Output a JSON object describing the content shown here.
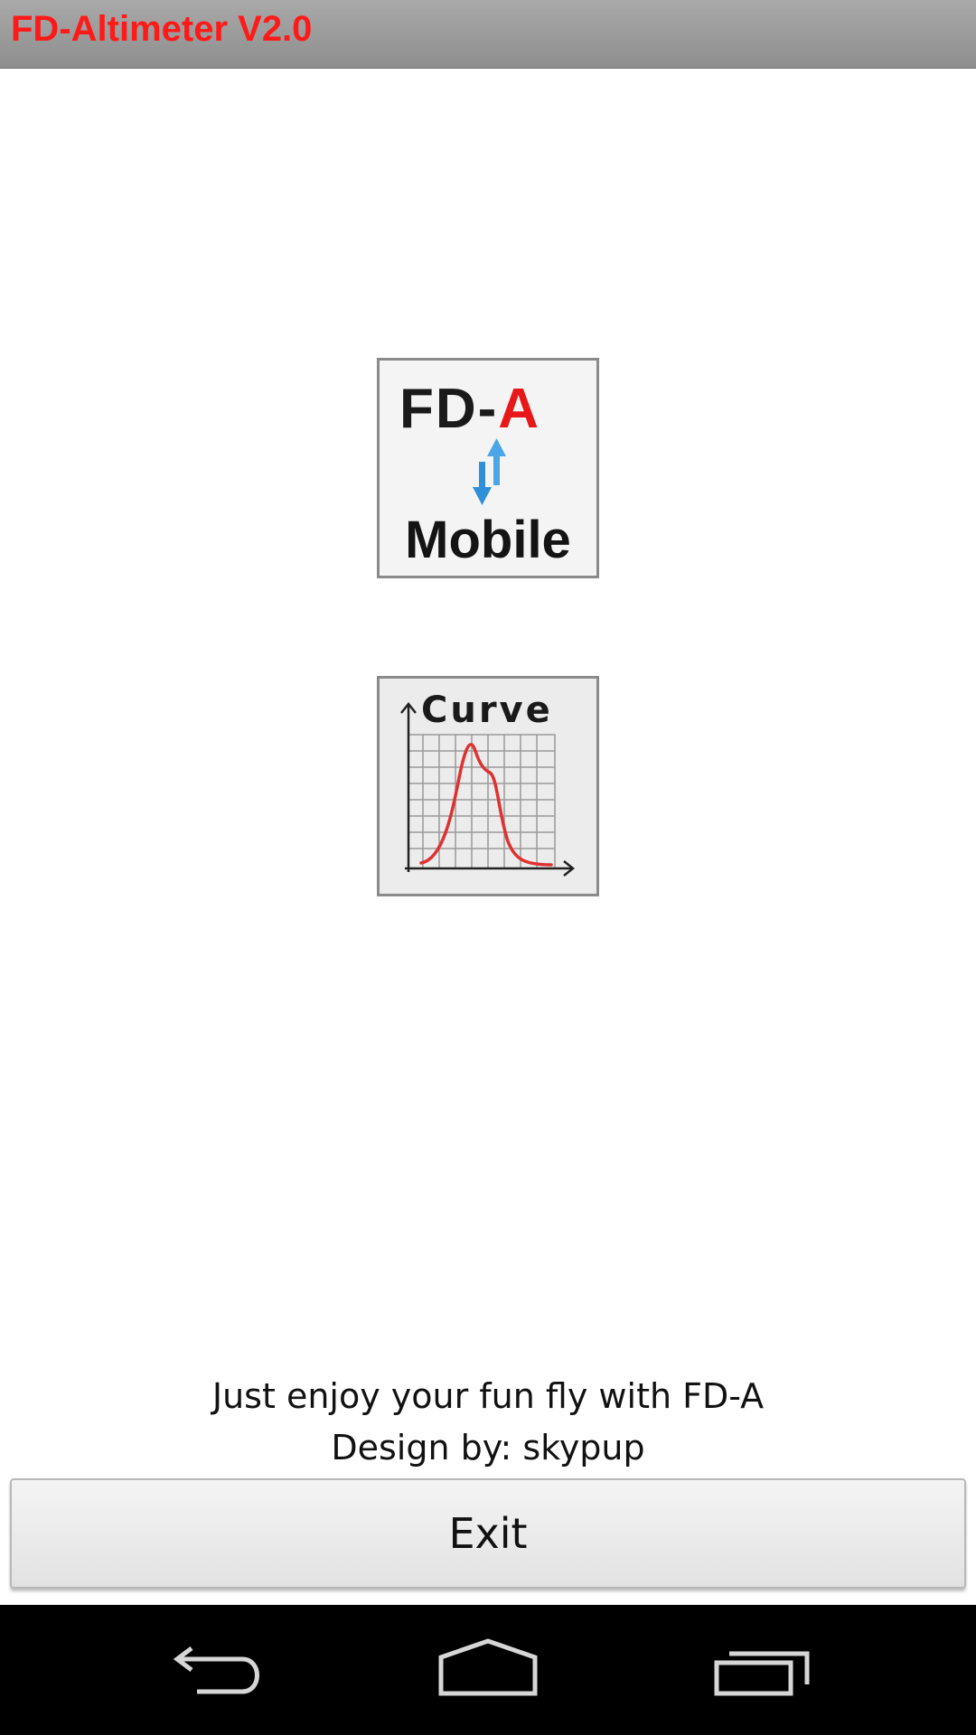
{
  "app": {
    "title": "FD-Altimeter V2.0",
    "title_color": "#ff1a1a"
  },
  "tiles": {
    "mobile": {
      "fd_text": "FD-",
      "a_text": "A",
      "mobile_text": "Mobile",
      "icon": "sync-arrows-icon"
    },
    "curve": {
      "label": "Curve",
      "icon": "altitude-curve-chart-icon",
      "curve_color": "#e03030"
    }
  },
  "footer": {
    "line1": "Just enjoy your fun fly with FD-A",
    "line2": "Design by: skypup"
  },
  "exit_button": {
    "label": "Exit"
  },
  "nav": {
    "back_icon": "back-icon",
    "home_icon": "home-icon",
    "recent_icon": "recent-apps-icon"
  }
}
